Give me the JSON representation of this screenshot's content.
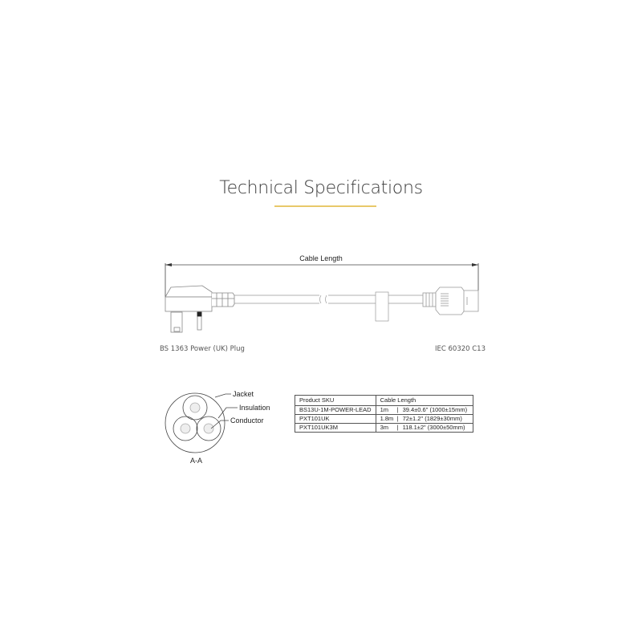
{
  "header": {
    "title": "Technical Specifications",
    "underline_color": "#e8c96a"
  },
  "cable_diagram": {
    "dimension_label": "Cable Length",
    "left_connector_label": "BS 1363 Power (UK) Plug",
    "right_connector_label": "IEC 60320 C13"
  },
  "cross_section": {
    "labels": {
      "jacket": "Jacket",
      "insulation": "Insulation",
      "conductor": "Conductor"
    },
    "section_label": "A-A"
  },
  "spec_table": {
    "headers": [
      "Product SKU",
      "Cable Length"
    ],
    "rows": [
      {
        "sku": "BS13U-1M-POWER-LEAD",
        "length_m": "1m",
        "length_detail": "39.4±0.6\" (1000±15mm)"
      },
      {
        "sku": "PXT101UK",
        "length_m": "1.8m",
        "length_detail": "72±1.2\" (1829±30mm)"
      },
      {
        "sku": "PXT101UK3M",
        "length_m": "3m",
        "length_detail": "118.1±2\" (3000±50mm)"
      }
    ],
    "separator": "|"
  }
}
